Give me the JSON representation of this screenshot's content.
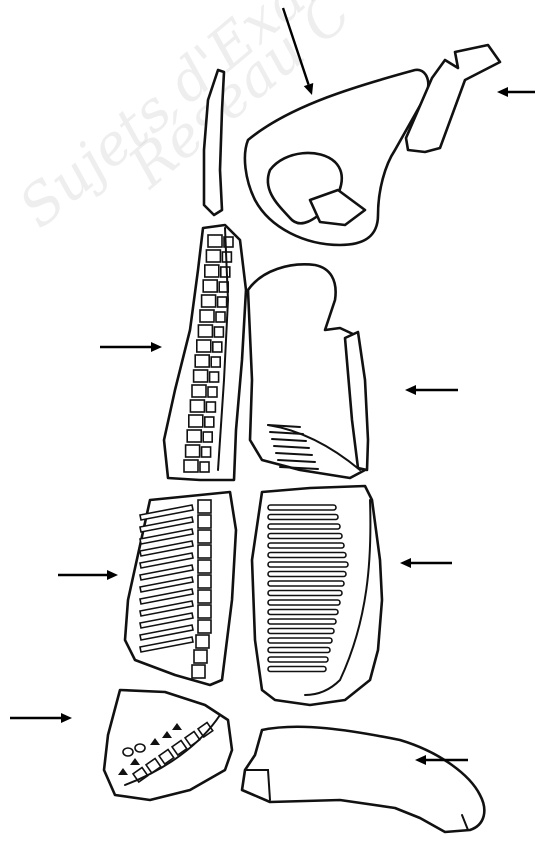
{
  "watermark": {
    "line1": "Sujets d'Examen",
    "line2": "Réseau C"
  },
  "arrows": [
    {
      "name": "arrow-top",
      "icon": "arrow-down-right-icon"
    },
    {
      "name": "arrow-top-right",
      "icon": "arrow-left-icon"
    },
    {
      "name": "arrow-left-upper",
      "icon": "arrow-right-icon"
    },
    {
      "name": "arrow-right-middle",
      "icon": "arrow-left-icon"
    },
    {
      "name": "arrow-left-middle",
      "icon": "arrow-right-icon"
    },
    {
      "name": "arrow-right-lower",
      "icon": "arrow-left-icon"
    },
    {
      "name": "arrow-left-bottom",
      "icon": "arrow-right-icon"
    },
    {
      "name": "arrow-right-bottom",
      "icon": "arrow-left-icon"
    }
  ],
  "colors": {
    "line": "#111111",
    "background": "#ffffff"
  }
}
